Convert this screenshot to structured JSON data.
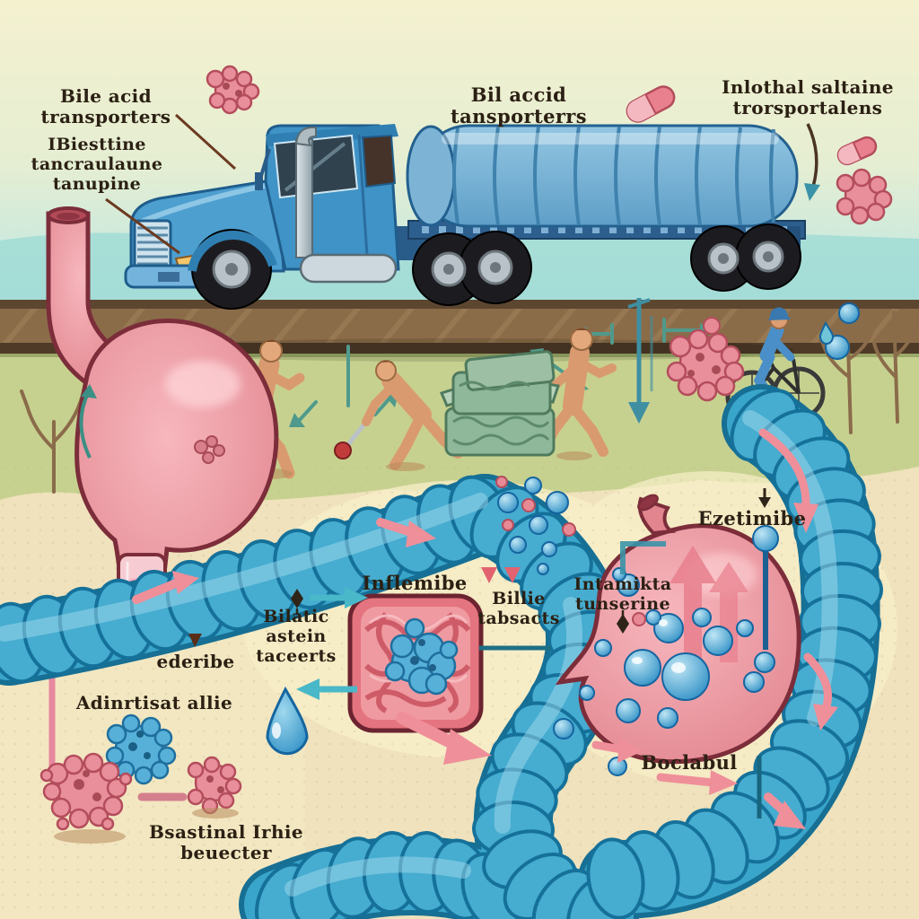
{
  "labels": {
    "bile_acid": {
      "lines": [
        "Bile acid",
        "transporters"
      ]
    },
    "ibiesttine": {
      "lines": [
        "IBiesttine",
        "tancraulaune",
        "tanupine"
      ]
    },
    "bil_accid": {
      "lines": [
        "Bil accid",
        "tansporterrs"
      ]
    },
    "inlothal": {
      "lines": [
        "Inlothal saltaine",
        "trorsportalens"
      ]
    },
    "ezetimibe": {
      "text": "Ezetimibe"
    },
    "inflemibe": {
      "text": "Inflemibe"
    },
    "bilatic": {
      "lines": [
        "Bilatic",
        "astein",
        "taceerts"
      ]
    },
    "billie": {
      "lines": [
        "Billie",
        "tabsacts"
      ]
    },
    "intamikta": {
      "lines": [
        "Intamikta",
        "tunserine"
      ]
    },
    "ederibe": {
      "text": "ederibe"
    },
    "adinrtisat": {
      "text": "Adinrtisat allie"
    },
    "bsastinal": {
      "lines": [
        "Bsastinal Irhie",
        "beuecter"
      ]
    },
    "boclabul": {
      "text": "Boclabul"
    }
  },
  "colors": {
    "sky_cream": "#f4f1cf",
    "sky_cyan": "#a9dfd9",
    "sky_wave": "#9edbd5",
    "grass": "#c7d18f",
    "sand": "#efe2bc",
    "sand_light": "#f8efc9",
    "rail_brown": "#8a6c49",
    "rail_dark": "#4e3a27",
    "truck_blue": "#4d9fd0",
    "truck_dark": "#1f5d8c",
    "trailer_blue": "#7db4d6",
    "intestine_blue": "#3aa5ca",
    "intestine_dark": "#176f93",
    "intestine_light": "#9fdaec",
    "stomach_pink": "#ef9fa7",
    "stomach_outline": "#7c2d3a",
    "arrow_pink": "#ef8f99",
    "arrow_teal": "#49b8c8",
    "arrow_dark": "#4a3423",
    "molecule_pink": "#e88f9b",
    "molecule_blue": "#57b0d8",
    "ball_blue": "#2e8fc4",
    "skin": "#d99a6f",
    "money_green": "#8fb79a",
    "text": "#2b2013"
  },
  "illustration_elements": [
    "tanker-truck",
    "railroad-track",
    "left-stomach",
    "right-stomach",
    "intestine-coil",
    "walking-figures",
    "cyclist",
    "money-stack",
    "pill-capsules",
    "molecule-blobs",
    "water-droplet",
    "blue-spheres",
    "pink-arrows",
    "teal-arrows",
    "bare-trees"
  ]
}
